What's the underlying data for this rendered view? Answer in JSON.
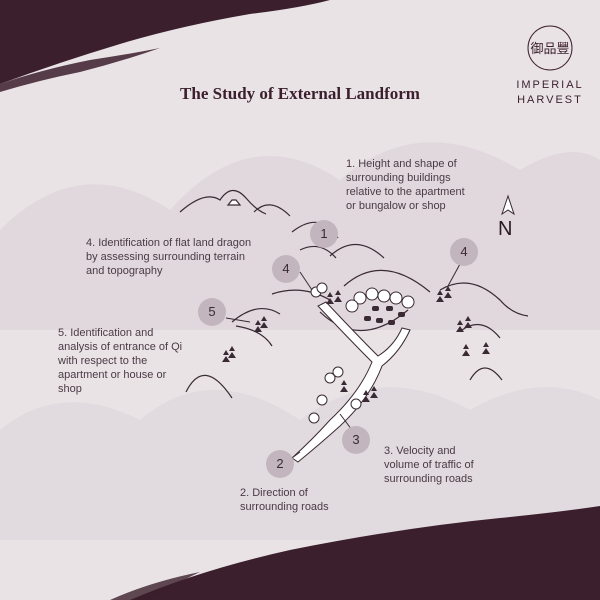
{
  "title": "The Study of External Landform",
  "brand": {
    "line1": "IMPERIAL",
    "line2": "HARVEST",
    "logo_glyph": "御品豐"
  },
  "compass": {
    "label": "N"
  },
  "notes": {
    "n1": [
      "1. Height and shape of",
      "surrounding buildings",
      "relative to the apartment",
      "or bungalow or shop"
    ],
    "n2": [
      "2. Direction of",
      "surrounding roads"
    ],
    "n3": [
      "3. Velocity and",
      "volume of traffic of",
      "surrounding roads"
    ],
    "n4": [
      "4. Identification of flat land dragon",
      "by assessing surrounding terrain",
      "and topography"
    ],
    "n5": [
      "5. Identification and",
      "analysis of entrance of Qi",
      "with respect to the",
      "apartment or house or",
      "shop"
    ]
  },
  "badges": [
    "1",
    "2",
    "3",
    "4",
    "4",
    "5"
  ],
  "colors": {
    "ink": "#3b1f2c",
    "background": "#e9e3e6",
    "badge": "#c3b5bd"
  }
}
